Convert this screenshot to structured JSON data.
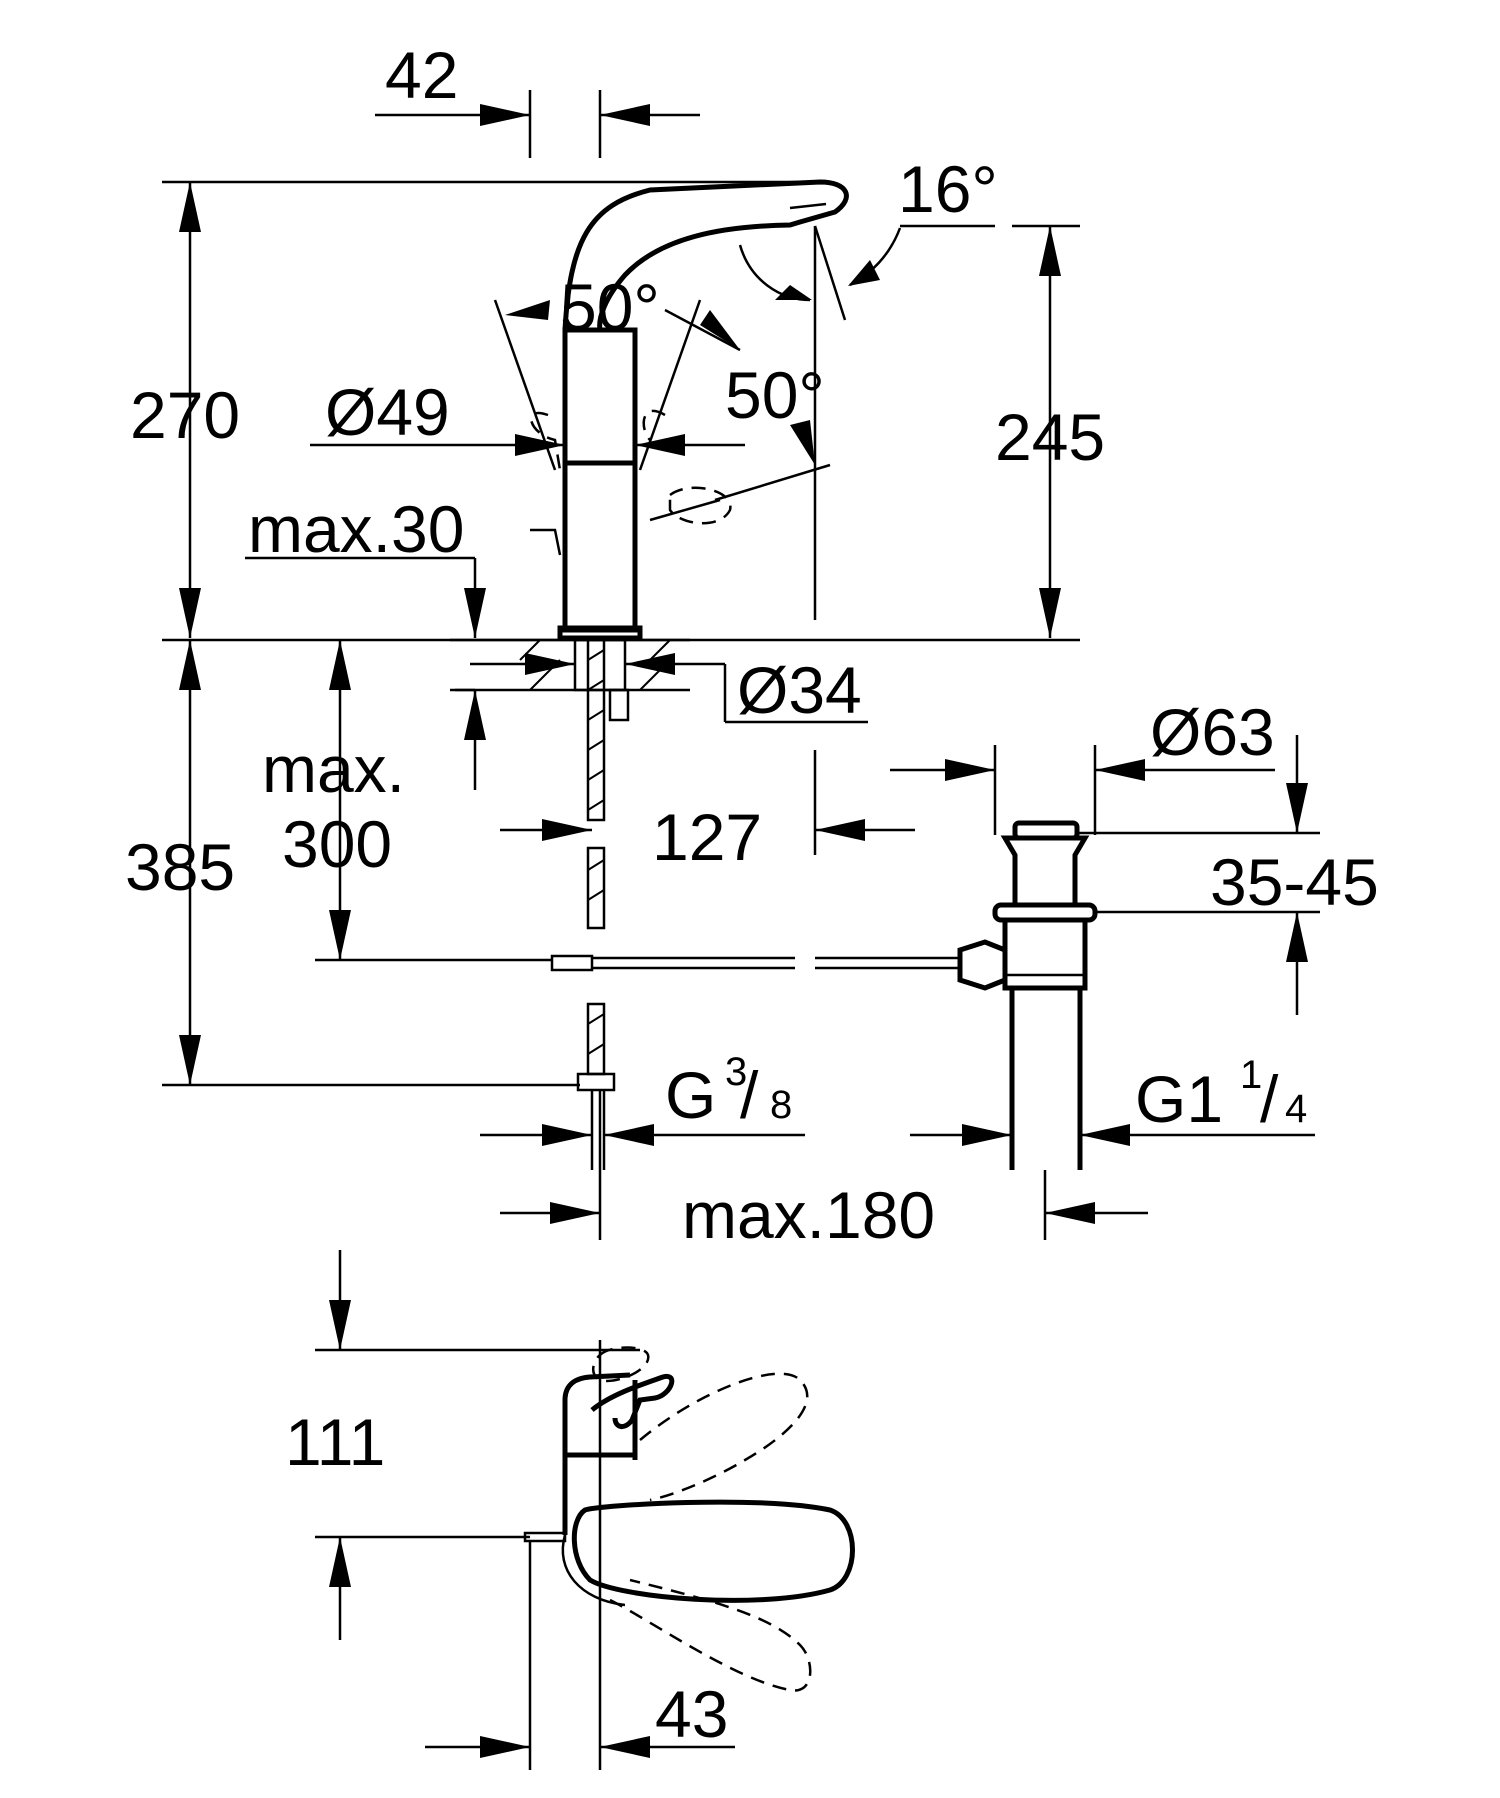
{
  "dimensions": {
    "d42": "42",
    "d270": "270",
    "d16deg": "16°",
    "d50deg_a": "50°",
    "d50deg_b": "50°",
    "d49": "Ø49",
    "d245": "245",
    "dmax30": "max.30",
    "d34": "Ø34",
    "dmax300_a": "max.",
    "dmax300_b": "300",
    "d63": "Ø63",
    "d127": "127",
    "d385": "385",
    "d35_45": "35-45",
    "dG38_main": "G",
    "dG38_num": "3",
    "dG38_den": "8",
    "dG114_main": "G1",
    "dG114_num": "1",
    "dG114_den": "4",
    "dmax180": "max.180",
    "d111": "111",
    "d43": "43"
  },
  "colors": {
    "line": "#000000",
    "background": "#ffffff"
  }
}
